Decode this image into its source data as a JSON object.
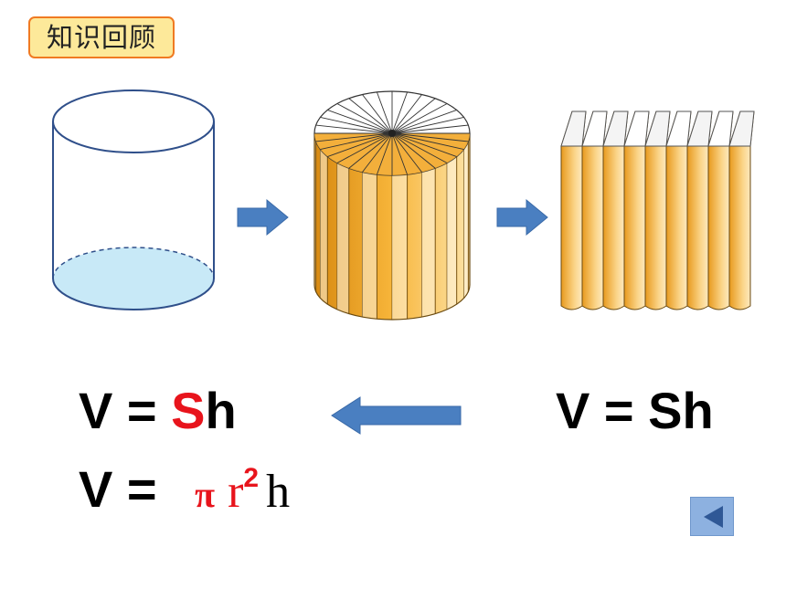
{
  "header": {
    "tag_label": "知识回顾"
  },
  "formulas": {
    "left_v": "V = ",
    "left_s": "S",
    "left_h": "h",
    "right": "V = Sh",
    "bottom_v": "V = ",
    "bottom_pi": "π",
    "bottom_r": "r",
    "bottom_sup": "2",
    "bottom_h": "h"
  },
  "colors": {
    "accent_red": "#e8141c",
    "arrow_blue": "#4a7fc1",
    "tag_fill": "#fde99a",
    "tag_border": "#f07a22",
    "cylinder_base": "#c8e9f7",
    "orange": "#f2a626"
  },
  "icons": {
    "back_button": "triangle-left-icon"
  }
}
